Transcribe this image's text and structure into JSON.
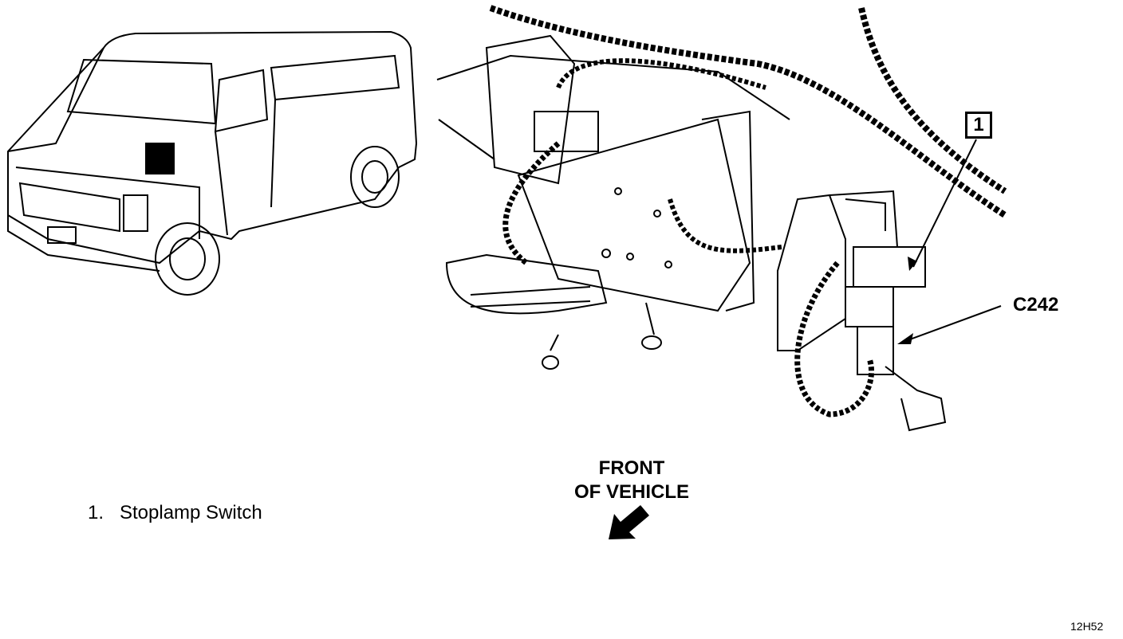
{
  "callouts": {
    "item1": "1",
    "connector": "C242"
  },
  "direction": {
    "line1": "FRONT",
    "line2": "OF VEHICLE"
  },
  "legend": [
    {
      "number": "1.",
      "label": "Stoplamp Switch"
    }
  ],
  "figure_code": "12H52",
  "colors": {
    "ink": "#000000",
    "background": "#ffffff",
    "highlight": "#9a9a9a"
  }
}
